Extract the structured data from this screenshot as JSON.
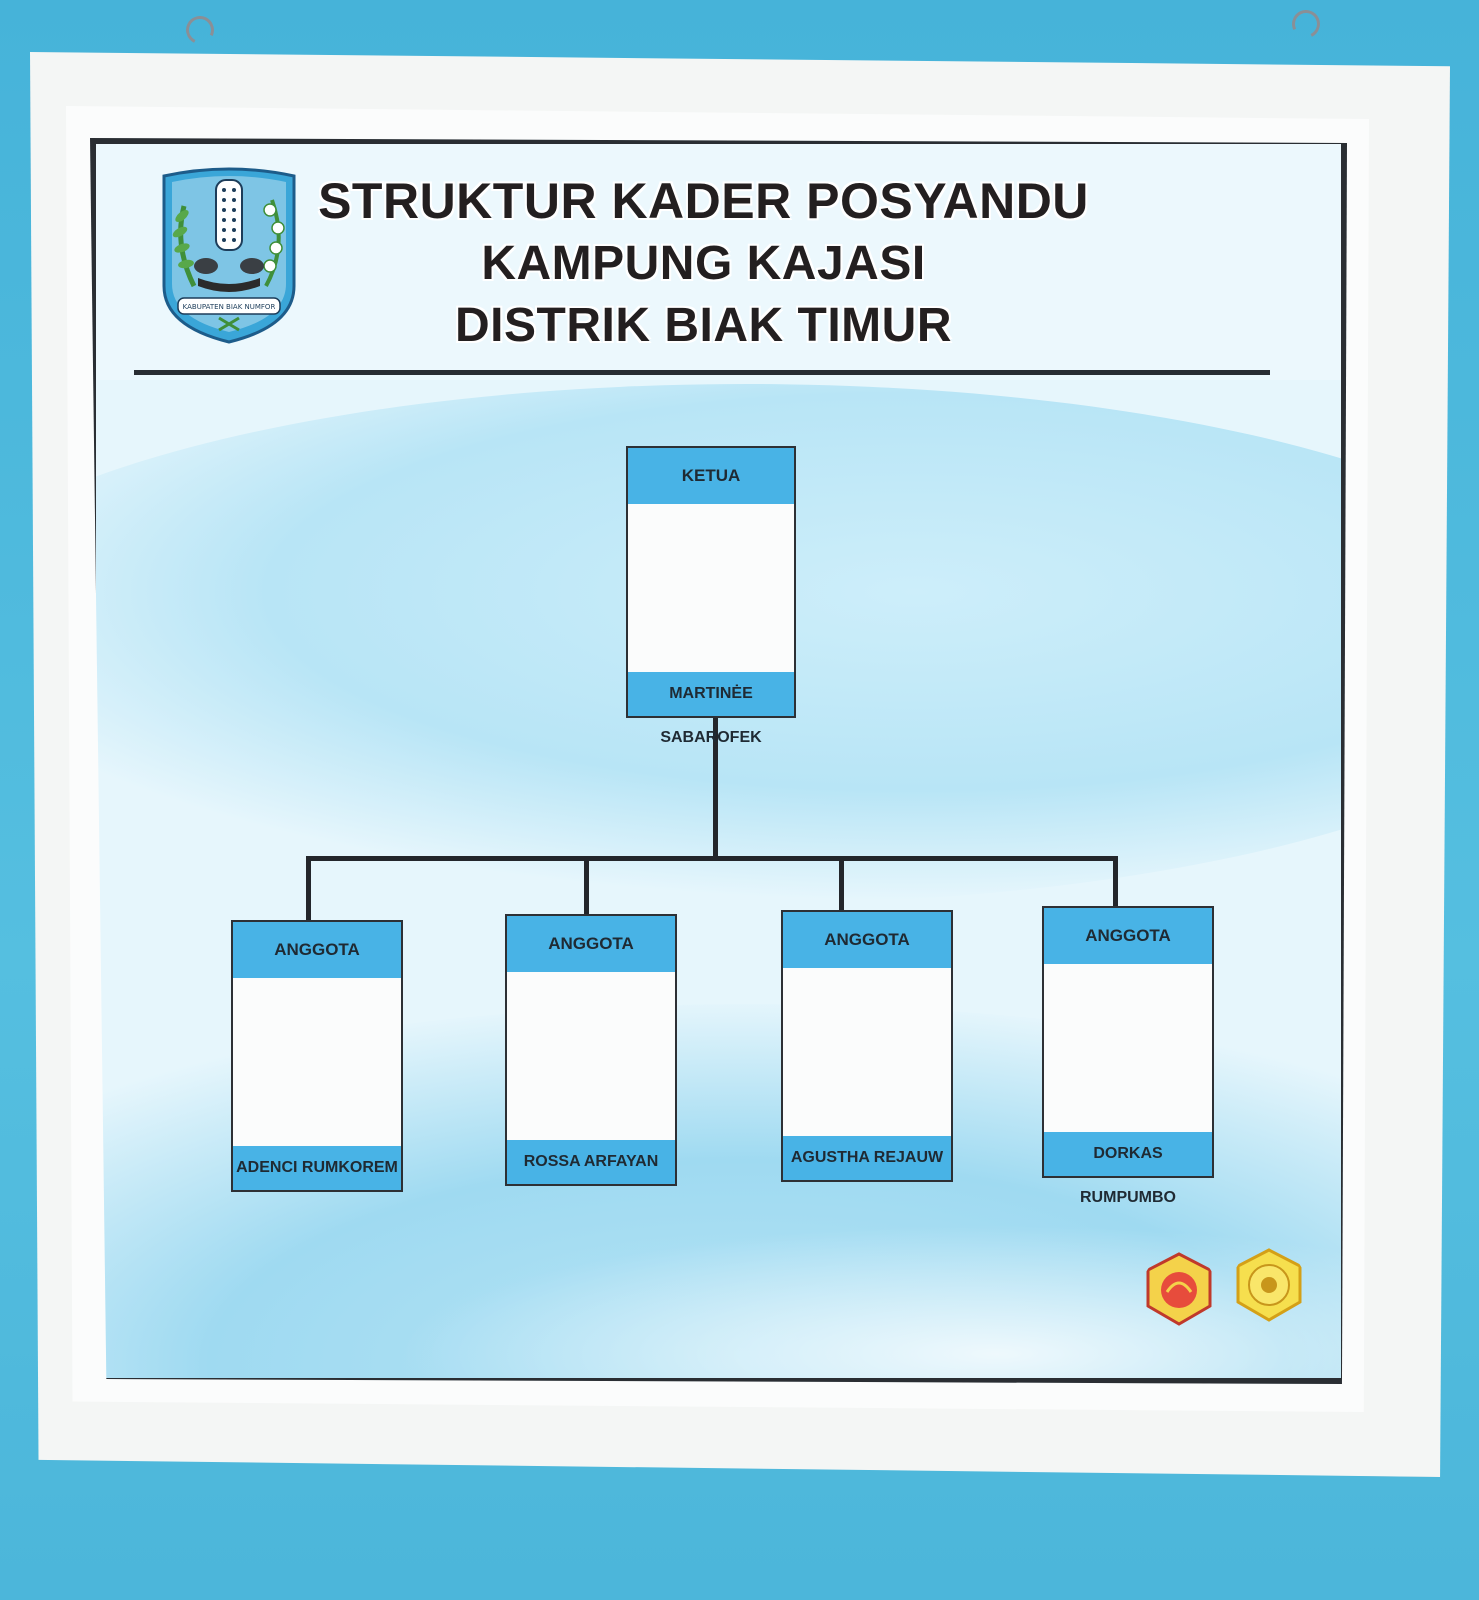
{
  "board": {
    "title_lines": [
      "STRUKTUR KADER POSYANDU",
      "KAMPUNG KAJASI",
      "DISTRIK BIAK TIMUR"
    ],
    "logo_text": "KABUPATEN BIAK NUMFOR"
  },
  "org": {
    "leader": {
      "role": "KETUA",
      "name": "MARTINĖE SABAROFEK"
    },
    "members": [
      {
        "role": "ANGGOTA",
        "name": "ADENCI RUMKOREM"
      },
      {
        "role": "ANGGOTA",
        "name": "ROSSA ARFAYAN"
      },
      {
        "role": "ANGGOTA",
        "name": "AGUSTHA REJAUW"
      },
      {
        "role": "ANGGOTA",
        "name": "DORKAS RUMPUMBO"
      }
    ]
  },
  "colors": {
    "wall": "#4fb6d8",
    "board_bg": "#e6f6fc",
    "card_band": "#48b3e6",
    "frame": "#f4f6f5"
  }
}
